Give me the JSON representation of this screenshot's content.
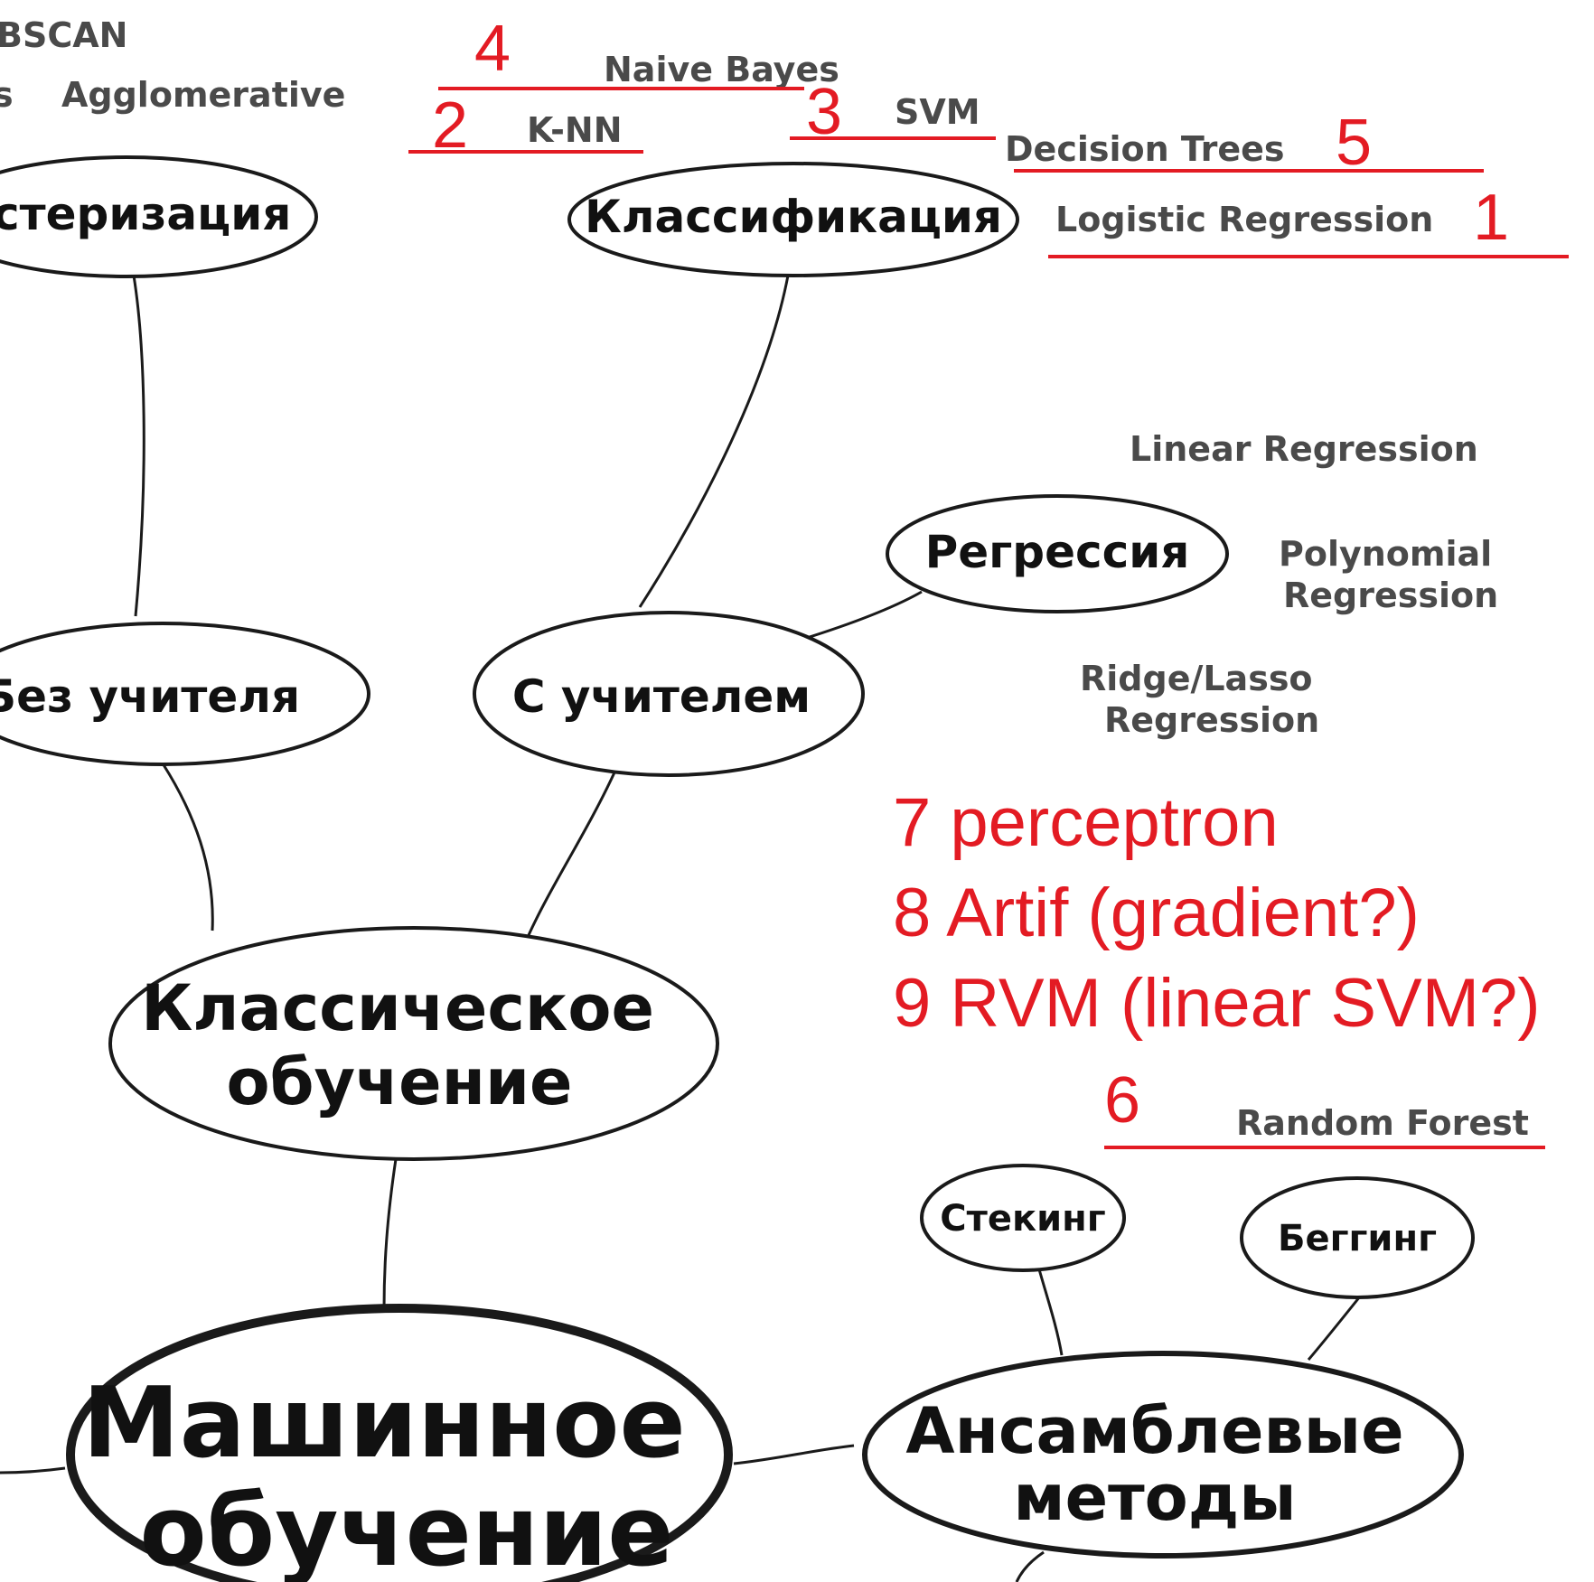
{
  "nodes": {
    "clustering": "стеризация",
    "classification": "Классификация",
    "regression": "Регрессия",
    "unsupervised": "Без учителя",
    "supervised": "С учителем",
    "classical_1": "Классическое",
    "classical_2": "обучение",
    "ml_1": "Машинное",
    "ml_2": "обучение",
    "ensemble_1": "Ансамблевые",
    "ensemble_2": "методы",
    "stacking": "Стекинг",
    "bagging": "Беггинг"
  },
  "leaves": {
    "dbscan": "BSCAN",
    "s_fragment": "s",
    "agglomerative": "Agglomerative",
    "naive_bayes": "Naive Bayes",
    "knn": "K-NN",
    "svm": "SVM",
    "decision_trees": "Decision Trees",
    "logistic_regression": "Logistic Regression",
    "linear_regression": "Linear Regression",
    "polynomial_1": "Polynomial",
    "polynomial_2": "Regression",
    "ridge_1": "Ridge/Lasso",
    "ridge_2": "Regression",
    "random_forest": "Random Forest"
  },
  "annotations": {
    "n4": "4",
    "n2": "2",
    "n3": "3",
    "n5": "5",
    "n1": "1",
    "n6": "6",
    "note7": "7 perceptron",
    "note8": "8 Artif (gradient?)",
    "note9": "9 RVM (linear SVM?)"
  },
  "colors": {
    "ink": "#1a1a1a",
    "leaf_text": "#4a4a4a",
    "annotation_red": "#e31b23"
  }
}
